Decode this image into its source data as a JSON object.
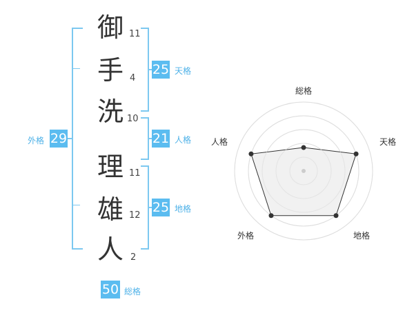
{
  "name": {
    "chars": [
      {
        "char": "御",
        "strokes": "11"
      },
      {
        "char": "手",
        "strokes": "4"
      },
      {
        "char": "洗",
        "strokes": "10"
      },
      {
        "char": "理",
        "strokes": "11"
      },
      {
        "char": "雄",
        "strokes": "12"
      },
      {
        "char": "人",
        "strokes": "2"
      }
    ]
  },
  "fortunes": {
    "tenkaku": {
      "value": "25",
      "label": "天格"
    },
    "jinkaku": {
      "value": "21",
      "label": "人格"
    },
    "chikaku": {
      "value": "25",
      "label": "地格"
    },
    "gaikaku": {
      "value": "29",
      "label": "外格"
    },
    "soukaku": {
      "value": "50",
      "label": "総格"
    }
  },
  "radar": {
    "axes": [
      "総格",
      "天格",
      "地格",
      "外格",
      "人格"
    ],
    "levels": [
      1,
      5,
      5,
      5,
      5
    ],
    "max": 5,
    "colors": {
      "fill": "#efefef",
      "line": "#333333",
      "grid": "#dddddd",
      "point": "#333333"
    }
  },
  "colors": {
    "accent": "#5bbcf0",
    "bracket": "#7cc8f0"
  }
}
